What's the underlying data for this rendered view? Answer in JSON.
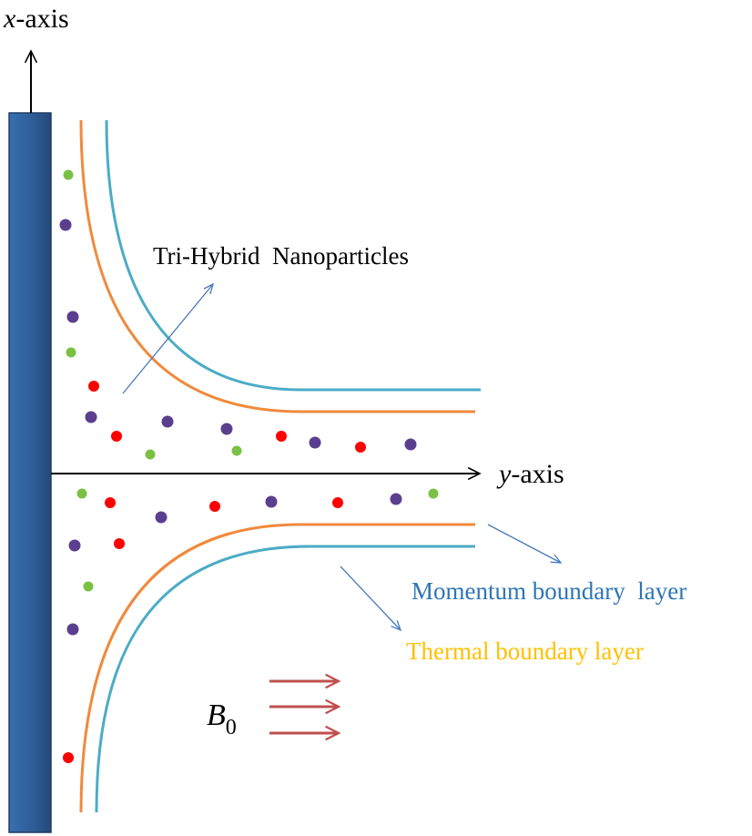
{
  "axes": {
    "x_axis": {
      "var": "x",
      "suffix": "-axis"
    },
    "y_axis": {
      "var": "y",
      "suffix": "-axis"
    }
  },
  "labels": {
    "nanoparticles": "Tri-Hybrid  Nanoparticles",
    "momentum": "Momentum boundary  layer",
    "thermal": "Thermal boundary layer"
  },
  "field": {
    "symbol": "B",
    "subscript": "0"
  },
  "colors": {
    "plate": "#2f5f9b",
    "momentum_curve": "#4bacc6",
    "thermal_curve": "#f08a3c",
    "particle_red": "#ff0000",
    "particle_purple": "#5b3f8f",
    "particle_green": "#7ac143",
    "leader_arrow": "#4a7ab8",
    "field_arrow": "#c0504d",
    "momentum_text": "#2e75b6",
    "thermal_text": "#ffc000"
  },
  "particles": [
    {
      "c": "green"
    },
    {
      "c": "purple"
    },
    {
      "c": "purple"
    },
    {
      "c": "green"
    },
    {
      "c": "red"
    },
    {
      "c": "purple"
    },
    {
      "c": "red"
    },
    {
      "c": "purple"
    },
    {
      "c": "green"
    },
    {
      "c": "purple"
    },
    {
      "c": "green"
    },
    {
      "c": "red"
    },
    {
      "c": "purple"
    },
    {
      "c": "red"
    },
    {
      "c": "purple"
    },
    {
      "c": "green"
    },
    {
      "c": "red"
    },
    {
      "c": "purple"
    },
    {
      "c": "red"
    },
    {
      "c": "purple"
    },
    {
      "c": "red"
    },
    {
      "c": "purple"
    },
    {
      "c": "green"
    },
    {
      "c": "purple"
    },
    {
      "c": "red"
    },
    {
      "c": "green"
    },
    {
      "c": "purple"
    },
    {
      "c": "red"
    }
  ]
}
